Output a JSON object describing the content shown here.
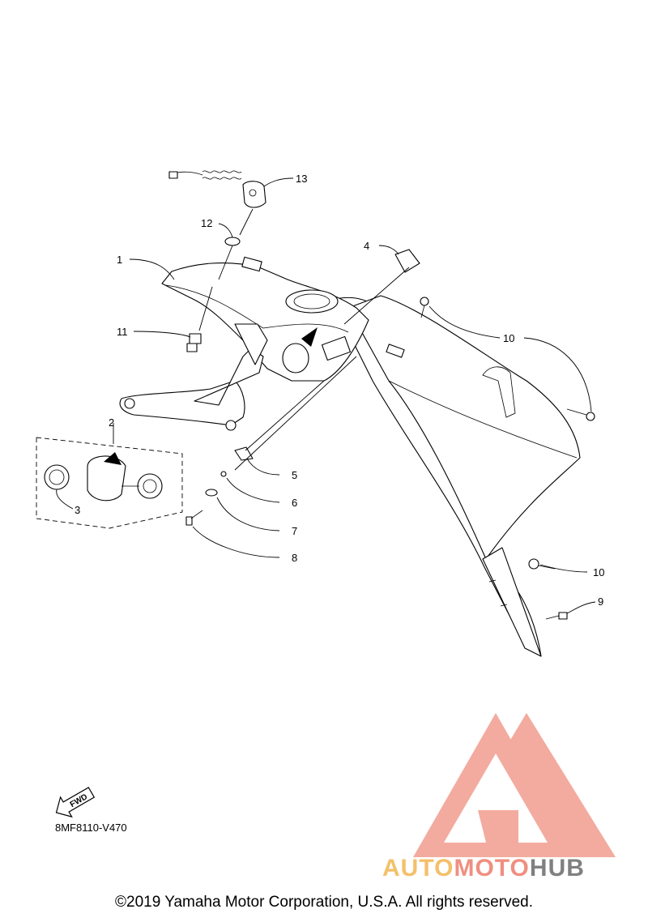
{
  "callouts": {
    "c1": "1",
    "c2": "2",
    "c3": "3",
    "c4": "4",
    "c5": "5",
    "c6": "6",
    "c7": "7",
    "c8": "8",
    "c9": "9",
    "c10a": "10",
    "c10b": "10",
    "c11": "11",
    "c12": "12",
    "c13": "13"
  },
  "fwd_label": "FWD",
  "diagram_code": "8MF8110-V470",
  "copyright": "©2019 Yamaha Motor Corporation, U.S.A. All rights reserved.",
  "watermark": {
    "part1": "AUTO",
    "part2": "MOTO",
    "part3": "HUB",
    "colors": {
      "auto": "#f4c06a",
      "moto": "#f08f80",
      "hub": "#808080",
      "logo": "#f08f80"
    }
  }
}
